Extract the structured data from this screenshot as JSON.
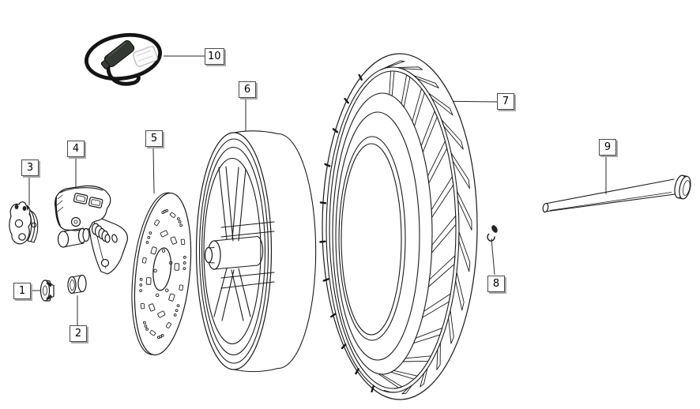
{
  "diagram": {
    "background_color": "#ffffff",
    "ink_color": "#1a1a1a",
    "callout_shadow_color": "#a8a8a8",
    "connector_fill_color": "#343a33",
    "callouts": [
      {
        "label": "1",
        "part": "flange-nut"
      },
      {
        "label": "2",
        "part": "spacer-bushing"
      },
      {
        "label": "3",
        "part": "brake-pads"
      },
      {
        "label": "4",
        "part": "brake-caliper"
      },
      {
        "label": "5",
        "part": "brake-disc"
      },
      {
        "label": "6",
        "part": "wheel-rim"
      },
      {
        "label": "7",
        "part": "tire"
      },
      {
        "label": "8",
        "part": "retaining-clip"
      },
      {
        "label": "9",
        "part": "axle-shaft"
      },
      {
        "label": "10",
        "part": "sensor-cable"
      }
    ]
  }
}
